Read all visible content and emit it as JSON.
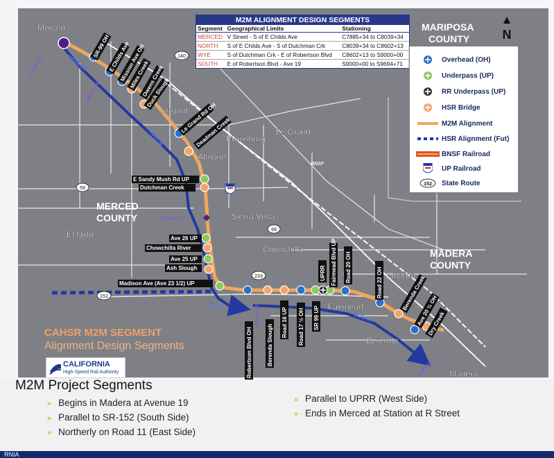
{
  "table": {
    "title": "M2M ALIGNMENT DESIGN SEGMENTS",
    "headers": [
      "Segment",
      "Geographical Limits",
      "Stationing"
    ],
    "rows": [
      {
        "segment": "MERCED",
        "limits": "V Street - S of E Childs Ave",
        "stationing": "C7885+34 to C8039+34"
      },
      {
        "segment": "NORTH",
        "limits": "S of E Childs Ave - S of Dutchman Crk",
        "stationing": "C8039+34 to C8602+13"
      },
      {
        "segment": "WYE",
        "limits": "S of Dutchman Crk - E of Robertson Blvd",
        "stationing": "C8602+13 to S9000+00"
      },
      {
        "segment": "SOUTH",
        "limits": "E of Robertson Blvd - Ave 19",
        "stationing": "S9000+00 to S9694+71"
      }
    ]
  },
  "legend": [
    {
      "label": "Overhead (OH)",
      "icon": "overhead-icon"
    },
    {
      "label": "Underpass (UP)",
      "icon": "underpass-icon"
    },
    {
      "label": "RR Underpass (UP)",
      "icon": "rr-underpass-icon"
    },
    {
      "label": "HSR Bridge",
      "icon": "hsr-bridge-icon"
    },
    {
      "label": "M2M Alignment",
      "icon": "orange-line-icon"
    },
    {
      "label": "HSR Alignment (Fut)",
      "icon": "blue-dashed-line-icon"
    },
    {
      "label": "BNSF Railroad",
      "icon": "bnsf-logo-icon"
    },
    {
      "label": "UP Railroad",
      "icon": "up-shield-icon"
    },
    {
      "label": "State Route",
      "icon": "state-route-oval-icon",
      "badge": "152"
    }
  ],
  "north": {
    "letter": "N"
  },
  "counties": {
    "mariposa": [
      "MARIPOSA",
      "COUNTY"
    ],
    "merced": [
      "MERCED",
      "COUNTY"
    ],
    "madera": [
      "MADERA",
      "COUNTY"
    ]
  },
  "towns": {
    "merced": "Merced",
    "lingard": "Lingard",
    "le_grand": "Le Grand",
    "plainsburg": "Plainsburg",
    "athlone": "Athlone",
    "sierra_vista": "Sierra Vista",
    "el_nido": "El Nido",
    "chowchilla": "Chowchilla",
    "sharon": "Sharon",
    "fairmead": "Fairmead",
    "berenda": "Berenda",
    "madera": "Madera"
  },
  "routes": {
    "r140": "140",
    "r59": "59",
    "r99": "99",
    "r233": "233",
    "r152": "152"
  },
  "segment_labels": {
    "merced": "MERCED",
    "north": "NORTH",
    "wye": "WYE",
    "south": "SOUTH"
  },
  "stations": {
    "c7885": "C7885+34",
    "c8039": "C8039+34",
    "c8602": "C8602+13",
    "s9000": "S9000+00",
    "s9694": "S9694+71"
  },
  "features": [
    "SR-99 OH",
    "E Childs Ave",
    "Mission Ave OH",
    "Miles Creek",
    "Owens Creek",
    "Duck Slough",
    "Le Grand Rd OH",
    "Deadman Creek",
    "E Sandy Mush Rd UP",
    "Dutchman Creek",
    "Ave 26 UP",
    "Chowchilla River",
    "Ave 25 UP",
    "Ash Slough",
    "Madison Ave (Ave 23 1/2) UP",
    "Robertson Blvd OH",
    "Berenda Slough",
    "Road 16 UP",
    "Road 17 ½ OH",
    "SR 99 UP",
    "UPRR",
    "Fairmead Blvd UP",
    "Road 20 OH",
    "Road 22 OH",
    "Berenda Creek",
    "Ave 20 ½ OH",
    "Dry Creek"
  ],
  "branding": {
    "title": "CAHSR M2M SEGMENT",
    "subtitle": "Alignment Design Segments",
    "logo_top": "CALIFORNIA",
    "logo_bottom": "High-Speed Rail Authority"
  },
  "project": {
    "heading": "M2M Project Segments",
    "left_bullets": [
      "Begins in Madera at Avenue 19",
      "Parallel to SR-152 (South Side)",
      "Northerly on Road 11 (East Side)"
    ],
    "right_bullets": [
      "Parallel to UPRR (West Side)",
      "Ends in Merced at Station at R Street"
    ]
  },
  "footer": "RNIA",
  "colors": {
    "orange": "#f0a65e",
    "blue": "#2338a0",
    "navy": "#132a6b",
    "map_bg": "#7d7f84",
    "road": "#e6e6e6"
  }
}
